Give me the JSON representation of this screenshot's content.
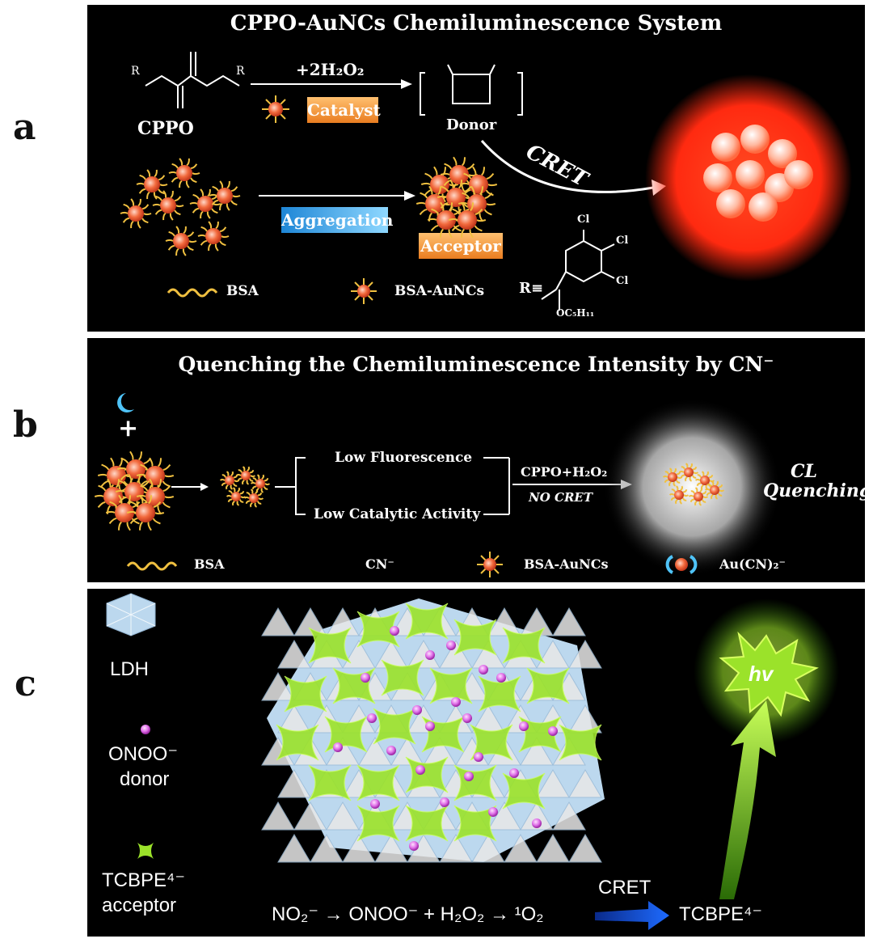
{
  "panel_labels": {
    "a": "a",
    "b": "b",
    "c": "c"
  },
  "panel_a": {
    "title": "CPPO-AuNCs Chemiluminescence System",
    "cppo_label": "CPPO",
    "reagent": "+2H₂O₂",
    "catalyst_tag": "Catalyst",
    "donor_label": "Donor",
    "cret_label": "CRET",
    "aggregation_tag": "Aggregation",
    "acceptor_tag": "Acceptor",
    "legend_bsa": "BSA",
    "legend_bsa_aunc": "BSA-AuNCs",
    "r_equiv": "R≡",
    "cl_label": "Cl",
    "r_o": "O",
    "oc5h11": "OC₅H₁₁"
  },
  "panel_b": {
    "title": "Quenching the Chemiluminescence Intensity by CN⁻",
    "plus": "+",
    "low_fluorescence": "Low Fluorescence",
    "low_catalytic": "Low Catalytic Activity",
    "reagent": "CPPO+H₂O₂",
    "no_cret": "NO CRET",
    "cl_line1": "CL",
    "cl_line2": "Quenching",
    "legend_bsa": "BSA",
    "legend_cn": "CN⁻",
    "legend_bsa_aunc": "BSA-AuNCs",
    "legend_aucn": "Au(CN)₂⁻"
  },
  "panel_c": {
    "ldh_label": "LDH",
    "onoo_label": "ONOO⁻",
    "donor_label": "donor",
    "tcbpe_label": "TCBPE⁴⁻",
    "acceptor_label": "acceptor",
    "hv_label": "hv",
    "cret_label": "CRET",
    "equation": "NO₂⁻ → ONOO⁻ + H₂O₂ → ¹O₂",
    "product": "TCBPE⁴⁻"
  },
  "colors": {
    "background": "#000000",
    "gold_nanocluster": "#f26a3d",
    "bsa_wave": "#f0c040",
    "tag_orange": "#f39a3c",
    "tag_blue": "#4fb3e8",
    "green_emission": "#9be22a",
    "red_glow": "#ff2a10",
    "onoo_dot": "#e070e8",
    "ldh_blue": "#bcd8ee"
  }
}
